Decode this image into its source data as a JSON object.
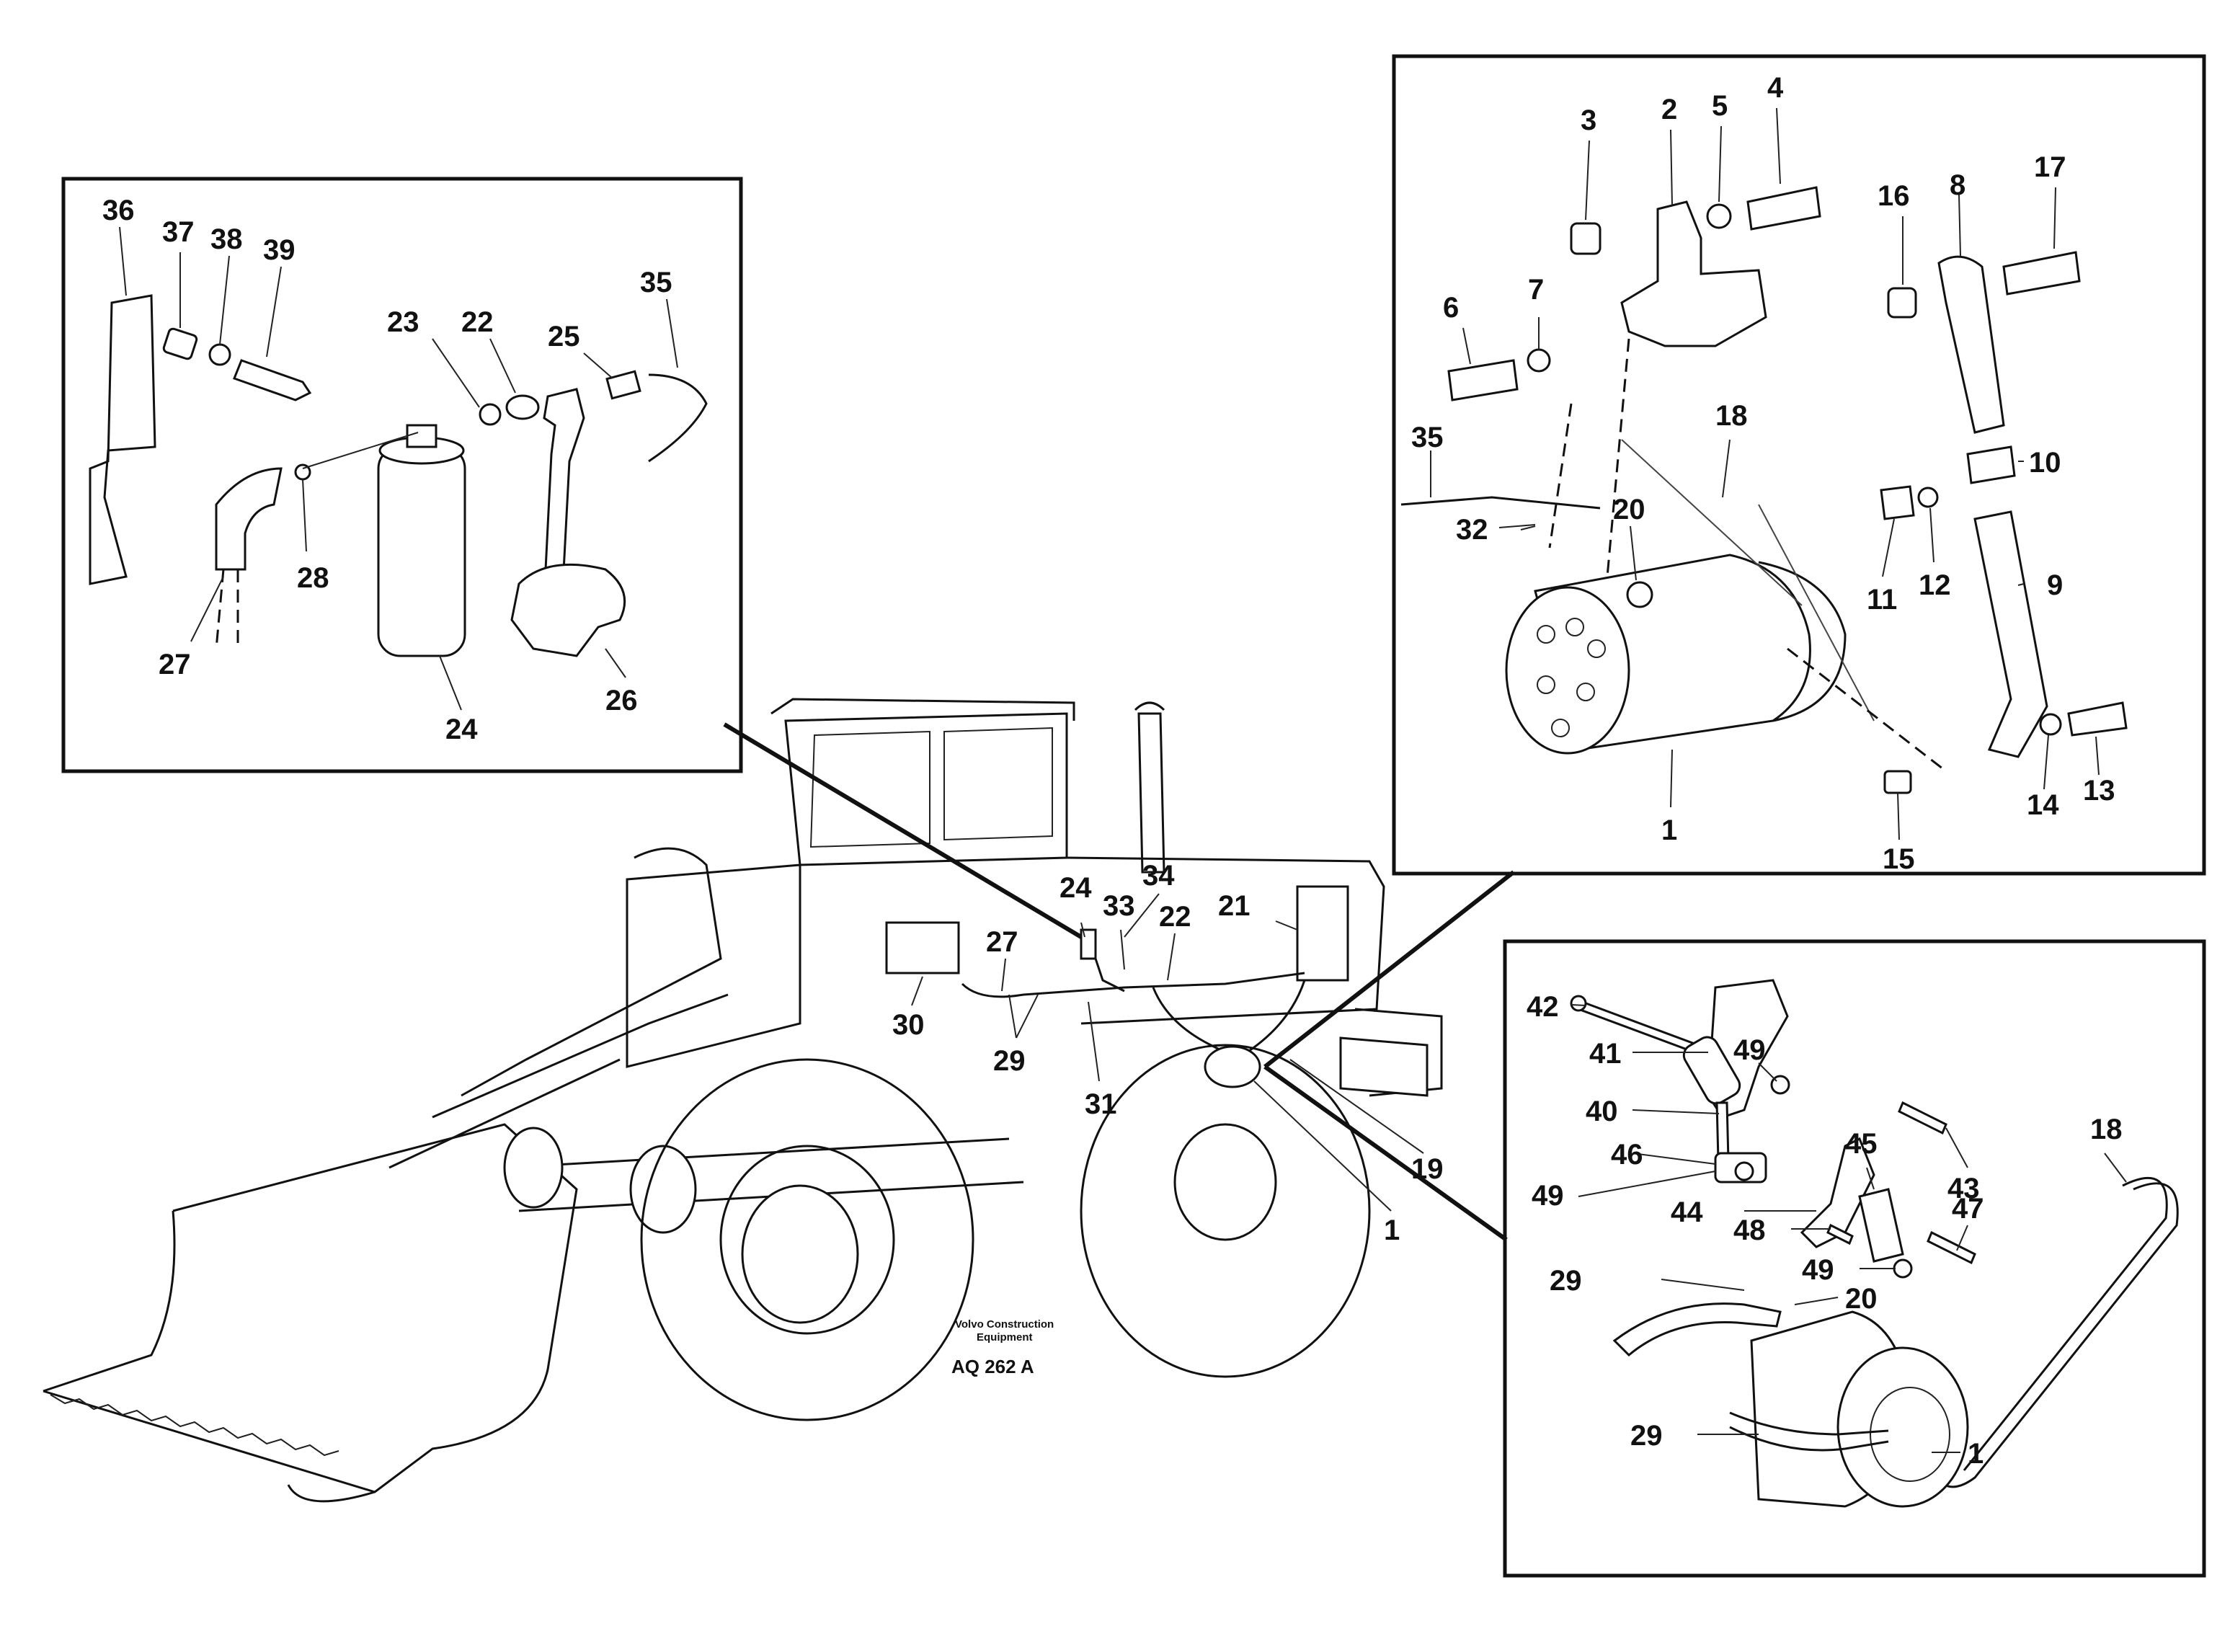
{
  "diagram": {
    "credit_line1": "Volvo Construction",
    "credit_line2": "Equipment",
    "code": "AQ 262 A",
    "callouts": {
      "receiver_drier_inset": [
        "36",
        "37",
        "38",
        "39",
        "23",
        "22",
        "25",
        "35",
        "28",
        "27",
        "24",
        "26"
      ],
      "compressor_inset": [
        "3",
        "2",
        "5",
        "4",
        "16",
        "8",
        "17",
        "6",
        "7",
        "35",
        "18",
        "32",
        "20",
        "10",
        "11",
        "12",
        "9",
        "1",
        "15",
        "14",
        "13"
      ],
      "machine_overview": [
        "24",
        "34",
        "33",
        "22",
        "21",
        "27",
        "30",
        "29",
        "31",
        "19",
        "1"
      ],
      "compressor_mount_inset": [
        "42",
        "49",
        "41",
        "40",
        "46",
        "49",
        "43",
        "45",
        "18",
        "44",
        "48",
        "47",
        "49",
        "29",
        "20",
        "29",
        "1"
      ]
    }
  }
}
